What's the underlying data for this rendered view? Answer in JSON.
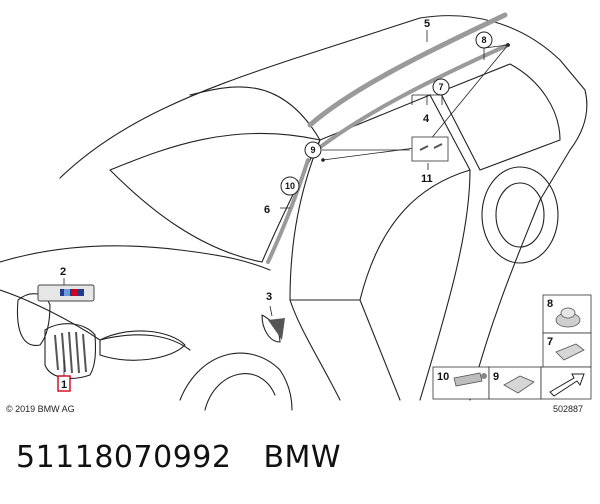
{
  "diagram": {
    "callouts": {
      "c1": "1",
      "c2": "2",
      "c3": "3",
      "c4": "4",
      "c5": "5",
      "c6": "6",
      "c7": "7",
      "c8": "8",
      "c9": "9",
      "c10": "10",
      "c11": "11",
      "p8": "8",
      "p7": "7",
      "p10": "10",
      "p9": "9"
    },
    "copyright": "© 2019 BMW AG",
    "drawing_id": "502887"
  },
  "caption": {
    "part_number": "51118070992",
    "brand": "BMW"
  },
  "colors": {
    "outline": "#222222",
    "trim": "#9a9a9a",
    "highlight": "#d0021b",
    "panel_bg": "#ffffff",
    "panel_border": "#333333"
  }
}
